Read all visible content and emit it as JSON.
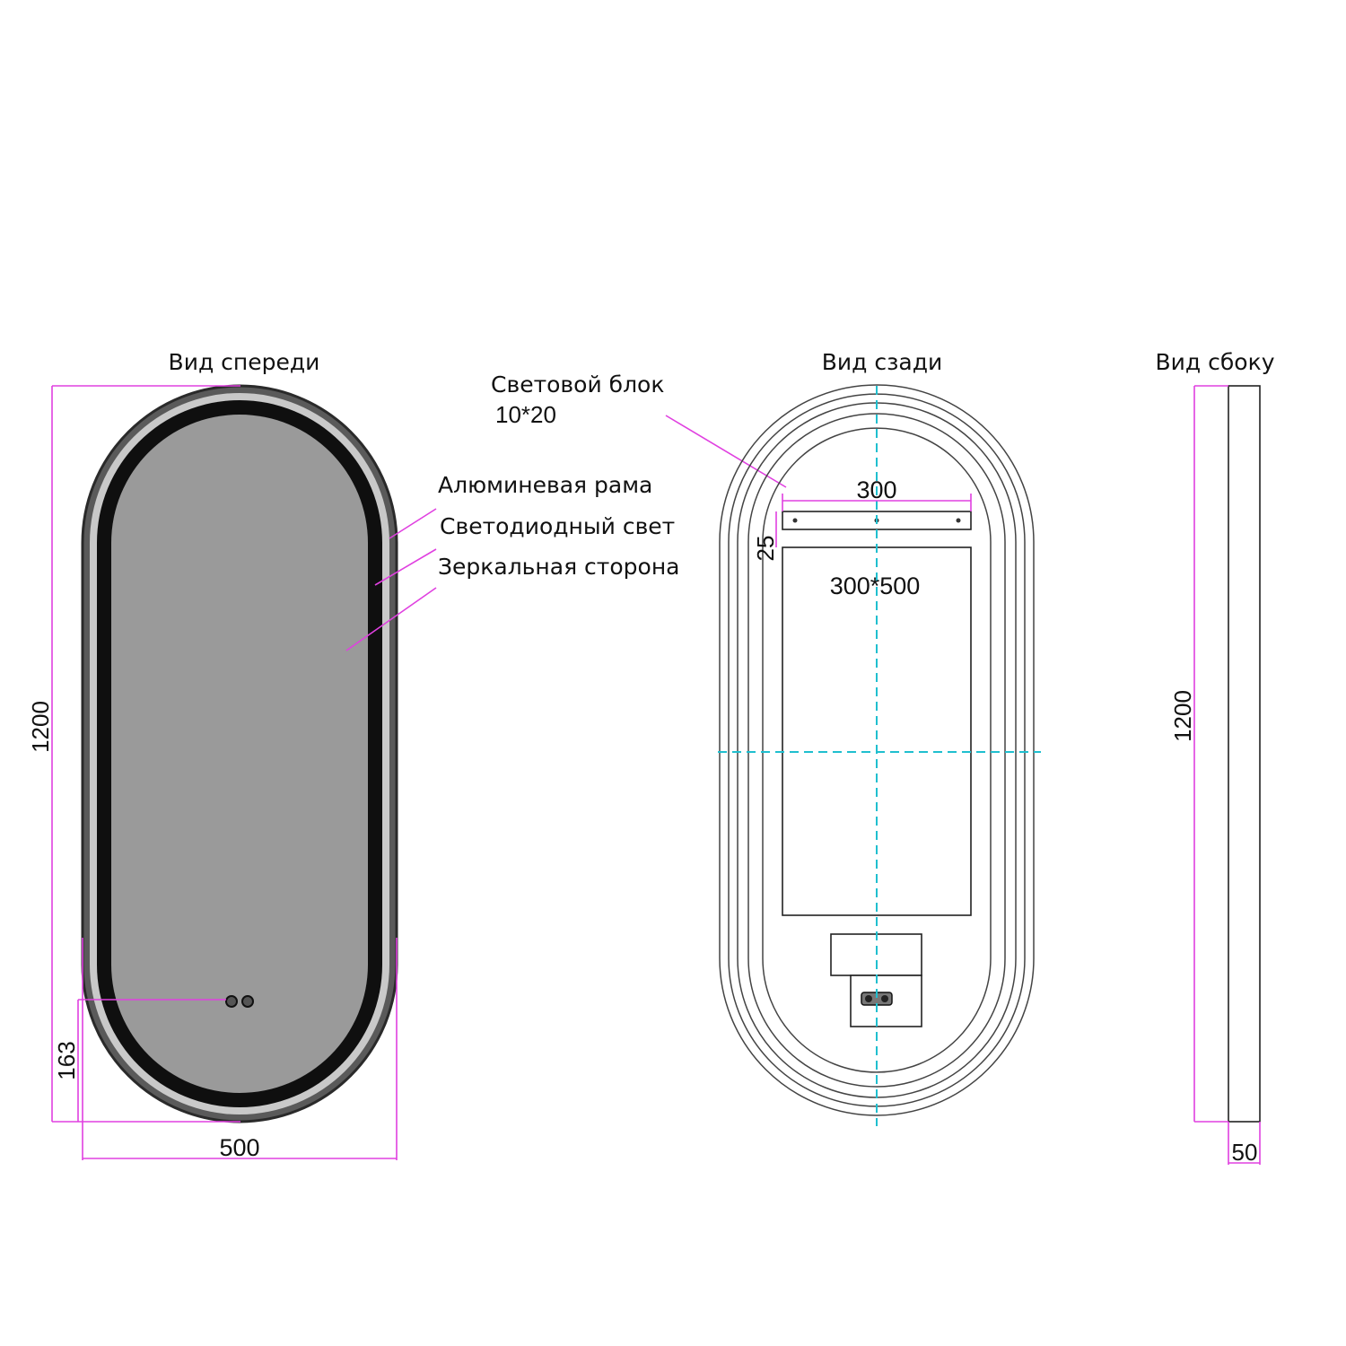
{
  "views": {
    "front": "Вид спереди",
    "back": "Вид сзади",
    "side": "Вид сбоку"
  },
  "callouts": {
    "light_block_title": "Световой блок",
    "light_block_size": "10*20",
    "frame": "Алюминевая рама",
    "led": "Светодиодный свет",
    "mirror": "Зеркальная сторона"
  },
  "dimensions": {
    "front_height": "1200",
    "front_width": "500",
    "button_height": "163",
    "bracket_width": "300",
    "bracket_offset": "25",
    "panel_size": "300*500",
    "side_height": "1200",
    "side_depth": "50"
  },
  "colors": {
    "dimension_line": "#e040e0",
    "center_line": "#1fbfcf",
    "mirror_fill": "#9a9a9a",
    "frame": "#3a3a3a",
    "led": "#111111"
  }
}
